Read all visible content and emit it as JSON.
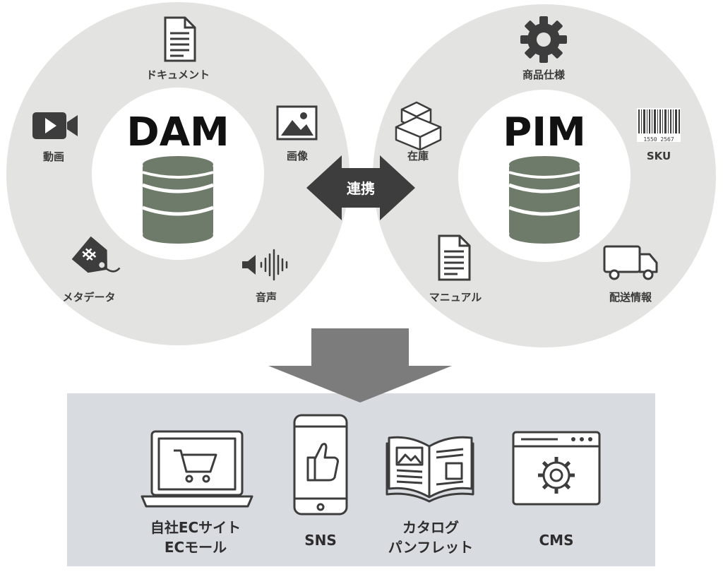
{
  "dam": {
    "title": "DAM",
    "items": {
      "document": "ドキュメント",
      "video": "動画",
      "image": "画像",
      "metadata": "メタデータ",
      "audio": "音声"
    }
  },
  "pim": {
    "title": "PIM",
    "items": {
      "spec": "商品仕様",
      "stock": "在庫",
      "sku": "SKU",
      "manual": "マニュアル",
      "shipping": "配送情報"
    },
    "barcode_number": "1550 2567"
  },
  "link_label": "連携",
  "outputs": {
    "ec": {
      "line1": "自社ECサイト",
      "line2": "ECモール"
    },
    "sns": {
      "line1": "SNS"
    },
    "catalog": {
      "line1": "カタログ",
      "line2": "パンフレット"
    },
    "cms": {
      "line1": "CMS"
    }
  },
  "colors": {
    "circle": "#e3e4e1",
    "database": "#6e7b6a",
    "icon": "#3d3d3d",
    "arrow": "#7c7c7c",
    "panel": "#d8dbe0"
  }
}
